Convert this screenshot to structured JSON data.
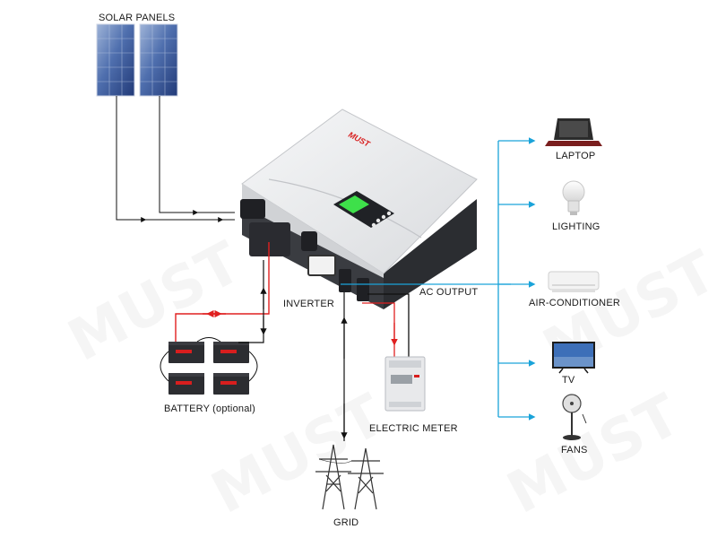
{
  "labels": {
    "solar_panels": "SOLAR PANELS",
    "inverter": "INVERTER",
    "ac_output": "AC OUTPUT",
    "battery": "BATTERY (optional)",
    "electric_meter": "ELECTRIC METER",
    "grid": "GRID",
    "laptop": "LAPTOP",
    "lighting": "LIGHTING",
    "air_conditioner": "AIR-CONDITIONER",
    "tv": "TV",
    "fans": "FANS"
  },
  "brand": {
    "logo_text": "MUST",
    "watermark_text": "MUST"
  },
  "colors": {
    "ac_line": "#1aa3d9",
    "positive_line": "#e02020",
    "negative_line": "#111111",
    "inverter_body": "#e9eaec",
    "inverter_dark": "#2b2d31",
    "lcd": "#3ee04a",
    "logo": "#d81e1e"
  },
  "icons": [
    "solar-panel-icon",
    "inverter-icon",
    "battery-icon",
    "electric-meter-icon",
    "transmission-tower-icon",
    "laptop-icon",
    "light-bulb-icon",
    "air-conditioner-icon",
    "tv-icon",
    "fan-icon"
  ]
}
